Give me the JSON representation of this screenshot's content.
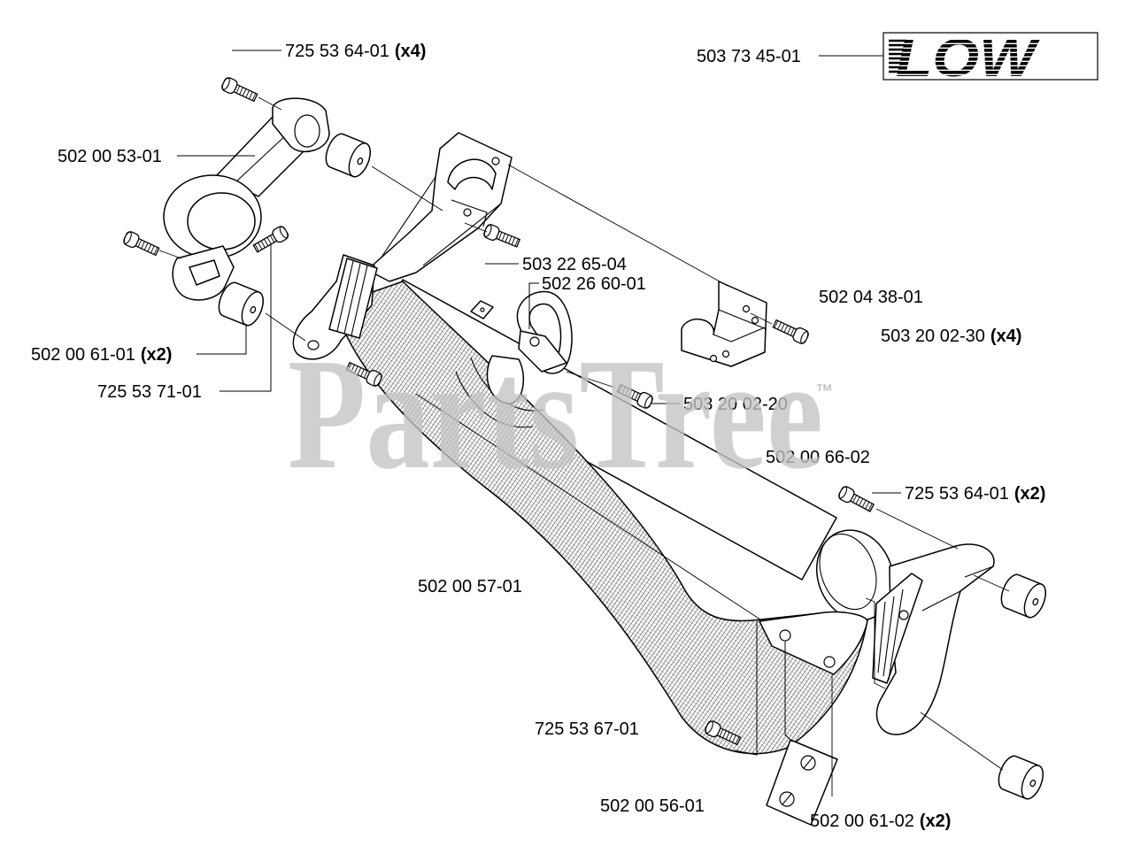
{
  "diagram": {
    "logo": {
      "text": "LOW"
    },
    "watermark": {
      "brand": "PartsTree",
      "tm": "™"
    },
    "labels": [
      {
        "part": "725 53 64-01",
        "qty": "(x4)"
      },
      {
        "part": "503 73 45-01"
      },
      {
        "part": "502 00 53-01"
      },
      {
        "part": "503 22 65-04"
      },
      {
        "part": "502 26 60-01"
      },
      {
        "part": "502 04 38-01"
      },
      {
        "part": "503 20 02-30",
        "qty": "(x4)"
      },
      {
        "part": "502 00 61-01",
        "qty": "(x2)"
      },
      {
        "part": "725 53 71-01"
      },
      {
        "part": "503 20 02-20"
      },
      {
        "part": "502 00 66-02"
      },
      {
        "part": "725 53 64-01",
        "qty": "(x2)"
      },
      {
        "part": "502 00 57-01"
      },
      {
        "part": "725 53 67-01"
      },
      {
        "part": "502 00 56-01"
      },
      {
        "part": "502 00 61-02",
        "qty": "(x2)"
      }
    ]
  }
}
